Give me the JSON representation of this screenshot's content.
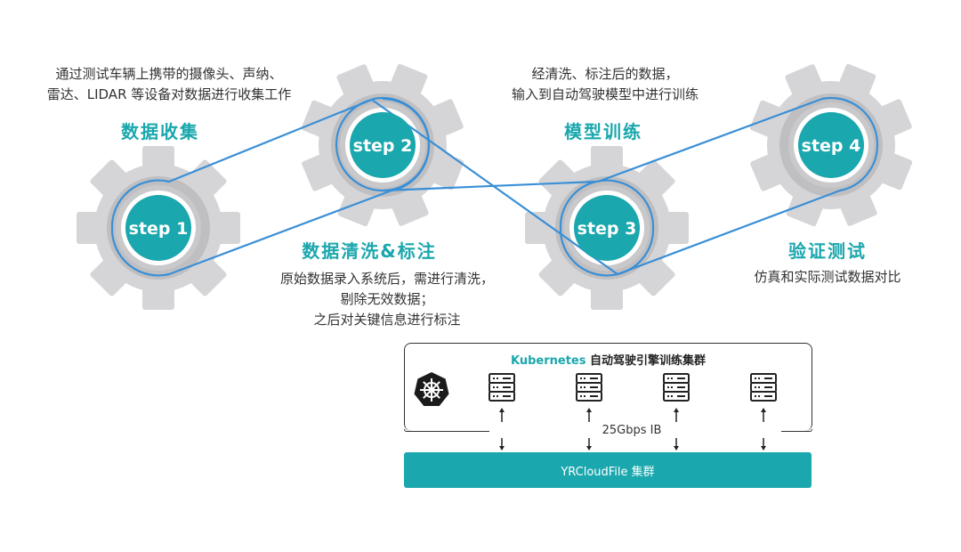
{
  "colors": {
    "accent": "#1aa7ad",
    "gear_outer": "#d5d5d7",
    "gear_ring": "#bfbfc1",
    "belt": "#3a8fd6",
    "text": "#333333"
  },
  "steps": [
    {
      "label": "step 1",
      "title": "数据收集",
      "description": [
        "通过测试车辆上携带的摄像头、声纳、",
        "雷达、LIDAR 等设备对数据进行收集工作"
      ]
    },
    {
      "label": "step 2",
      "title": "数据清洗&标注",
      "description": [
        "原始数据录入系统后，需进行清洗，",
        "剔除无效数据；",
        "之后对关键信息进行标注"
      ]
    },
    {
      "label": "step 3",
      "title": "模型训练",
      "description": [
        "经清洗、标注后的数据，",
        "输入到自动驾驶模型中进行训练"
      ]
    },
    {
      "label": "step 4",
      "title": "验证测试",
      "description": [
        "仿真和实际测试数据对比"
      ]
    }
  ],
  "cluster": {
    "title_brand": "Kubernetes",
    "title_rest": " 自动驾驶引擎训练集群",
    "logo_icon": "kubernetes-helm-icon",
    "server_icon": "server-rack-icon",
    "server_count": 4,
    "link_label": "25Gbps IB",
    "storage_label": "YRCloudFile 集群"
  }
}
